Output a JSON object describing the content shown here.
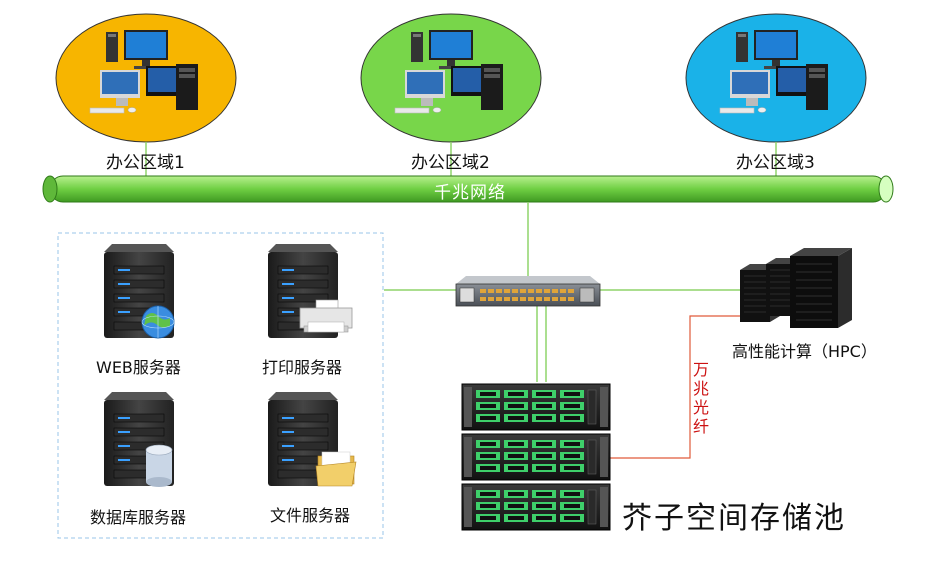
{
  "zones": [
    {
      "label": "办公区域1",
      "color": "#f7b500"
    },
    {
      "label": "办公区域2",
      "color": "#78d64a"
    },
    {
      "label": "办公区域3",
      "color": "#1ab2e8"
    }
  ],
  "network": {
    "label": "千兆网络",
    "color": "#7ed957"
  },
  "servers": {
    "web": "WEB服务器",
    "print": "打印服务器",
    "database": "数据库服务器",
    "file": "文件服务器"
  },
  "hpc": {
    "label": "高性能计算（HPC）"
  },
  "fiber": {
    "chars": [
      "万",
      "兆",
      "光",
      "纤"
    ],
    "color": "#e05a3a"
  },
  "storage": {
    "label": "芥子空间存储池"
  },
  "colors": {
    "link_green": "#8fd46a",
    "server_dark": "#2b2b2b",
    "server_blue": "#3aa0ff"
  }
}
